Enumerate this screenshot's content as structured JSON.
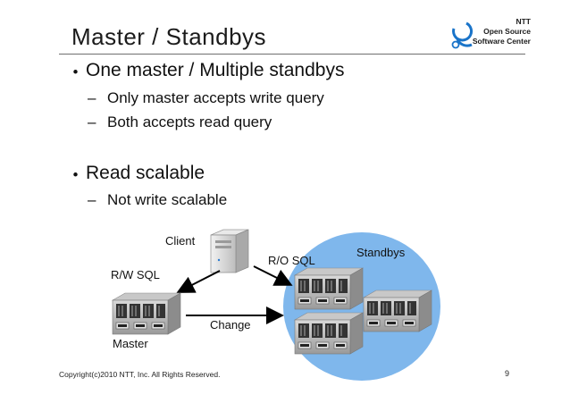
{
  "slide": {
    "title": "Master / Standbys",
    "logo": {
      "line1": "NTT",
      "line2": "Open Source",
      "line3": "Software Center"
    },
    "bullets": [
      {
        "text": "One master / Multiple standbys",
        "subs": [
          "Only master accepts write query",
          "Both accepts read query"
        ]
      },
      {
        "text": "Read scalable",
        "subs": [
          "Not write scalable"
        ]
      }
    ],
    "bullet_marker": "・",
    "sub_marker": "–"
  },
  "diagram": {
    "client_label": "Client",
    "rw_label": "R/W SQL",
    "ro_label": "R/O SQL",
    "change_label": "Change",
    "master_label": "Master",
    "standbys_label": "Standbys",
    "colors": {
      "standby_group": "#7fb7ec",
      "arrow": "#000000"
    },
    "icons": [
      "server-tower-icon",
      "rack-server-icon"
    ]
  },
  "footer": {
    "copyright": "Copyright(c)2010 NTT, Inc. All Rights Reserved.",
    "page": "9"
  }
}
